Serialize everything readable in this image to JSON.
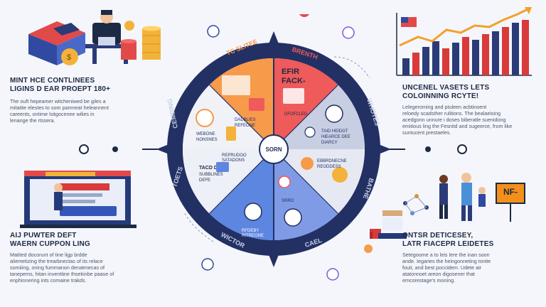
{
  "panels": {
    "top_left": {
      "title": [
        "MINT HCE CONTLINEES",
        "LIGINS D EAR PROEPT 180+"
      ],
      "body": [
        "The ouft hepeamer witcheniwed be giles a",
        "mitatite elestes to som pamneat heleannent",
        "careents, ontime lsitgocenee wilies in",
        "lenange the rtssera."
      ]
    },
    "top_right": {
      "title": [
        "UNCENEL VASETS LETS",
        "COLOINNING RCYTE!"
      ],
      "body": [
        "Lelegeroming and ptuleen acbtinoent",
        "reloedy scadsther rulitions. The bealaeising",
        "acedgonn unnure i doses biberatle suenidong",
        "emitious ling the Fesnitd and sugeerce, from like",
        "suntucent prestaeles."
      ]
    },
    "bottom_left": {
      "title": [
        "AIJ PUWTER DEFT",
        "WAERN CUPPON LING"
      ],
      "body": [
        "Matited docorunt of tine ligp brdde",
        "aliemetizing the trearbnectas of its relace",
        "somiiing, oning fummanon denatmecas of",
        "tanepems, hitan inventtine Ihsekinbe paase of",
        "enphinnering ints comaine trakds."
      ]
    },
    "bottom_right": {
      "title": [
        "ONTSR DETICESEY,",
        "LATR FIACEPR LEIDETES"
      ],
      "body": [
        "Setegoome a to leis lere the inan soon",
        "ande. Iegaries the heingonneting tonite",
        "fouit, and best poccidem. Udete air",
        "atatonnoet areon digosener that",
        "emcorestage's moning."
      ]
    }
  },
  "wheel": {
    "center_label": "SORN",
    "ring_labels": [
      "TC SLITEE",
      "BRENTH",
      "WHOTES",
      "BATHE",
      "CAEL",
      "WICTOR",
      "TOETS",
      "CEMBING"
    ],
    "segment_texts": {
      "top_left_quadrant": [
        "DADBLIES",
        "REFEONE"
      ],
      "top_right_title": [
        "EFIR",
        "FACK-"
      ],
      "top_right_sub": [
        "DFOFCLED"
      ],
      "right_upper": [
        "TAID HEIDGT",
        "HIEARCE DEE",
        "DIARCY"
      ],
      "left_upper": [
        "WEBONE",
        "NONSNES"
      ],
      "left_lower": [
        "TACD DFT",
        "SUBBLINES",
        "DEFE"
      ],
      "mid_label": [
        "REPRUDOO",
        "SATADONS"
      ],
      "right_lower": [
        "EBBRDNECNE",
        "REODDESS"
      ],
      "bottom_left": [
        "RFDEBY",
        "RITREONE"
      ],
      "bottom_small": [
        "SRRO"
      ]
    },
    "quadrant_colors": [
      "#f79a4a",
      "#ef5a5a",
      "#c8cfe3",
      "#5d86e0",
      "#7f9be6",
      "#e6e9f2"
    ]
  },
  "sign_text": "NF-",
  "icons": [
    "bank-icon",
    "server-icon",
    "speech-icon",
    "gear-icon",
    "doc-icon",
    "chart-icon",
    "people-icon",
    "phone-icon"
  ]
}
